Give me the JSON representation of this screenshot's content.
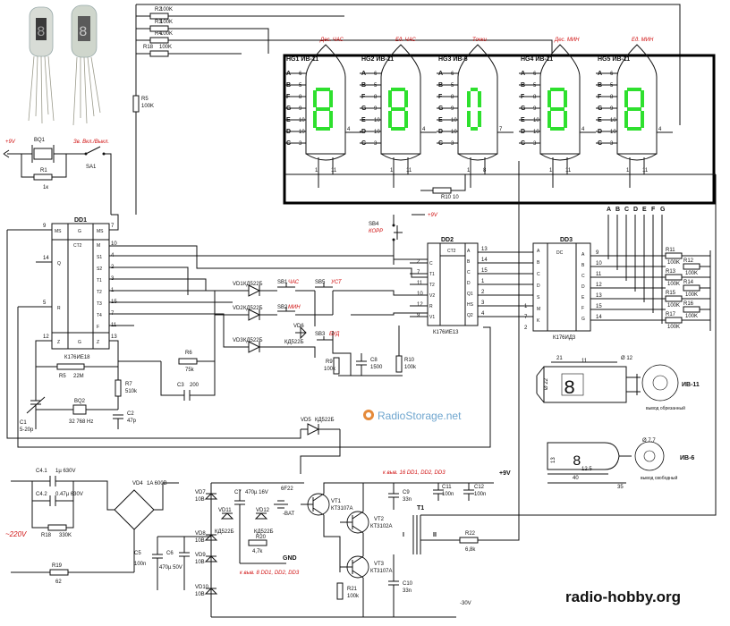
{
  "colors": {
    "wire": "#111111",
    "accent_red": "#d01010",
    "segment_green": "#2ee02e",
    "watermark": "#6fa6cf"
  },
  "tubes": [
    {
      "ref": "HG1 ИВ-11",
      "caption": "Дес. ЧАС"
    },
    {
      "ref": "HG2 ИВ-11",
      "caption": "Ед. ЧАС"
    },
    {
      "ref": "HG3 ИВ-6",
      "caption": "Точки"
    },
    {
      "ref": "HG4 ИВ-11",
      "caption": "Дес. МИН"
    },
    {
      "ref": "HG5 ИВ-11",
      "caption": "Ед. МИН"
    }
  ],
  "tube_pins": [
    {
      "seg": "A",
      "pin": "6"
    },
    {
      "seg": "B",
      "pin": "5"
    },
    {
      "seg": "F",
      "pin": "8"
    },
    {
      "seg": "G",
      "pin": "9"
    },
    {
      "seg": "E",
      "pin": "10"
    },
    {
      "seg": "D",
      "pin": "10"
    },
    {
      "seg": "C",
      "pin": "3"
    }
  ],
  "tube_extra_pins": {
    "grid": "4",
    "f1": "1",
    "f2": "11"
  },
  "hg3_pins": {
    "grid": "7",
    "f2": "8"
  },
  "bus_letters": [
    "A",
    "B",
    "C",
    "D",
    "E",
    "F",
    "G"
  ],
  "resistors_top": [
    {
      "ref": "R2",
      "val": "100K"
    },
    {
      "ref": "R3",
      "val": "100K"
    },
    {
      "ref": "R4",
      "val": "100K"
    },
    {
      "ref": "R18",
      "val": "100K"
    }
  ],
  "r5": {
    "ref": "R5",
    "val": "100K"
  },
  "r10": {
    "ref": "R10",
    "val": "10"
  },
  "power_in": {
    "label": "+9V"
  },
  "bq1": {
    "ref": "BQ1"
  },
  "r1": {
    "ref": "R1",
    "val": "1к"
  },
  "sa1": {
    "ref": "SA1",
    "caption": "Зв. Вкл./Выкл."
  },
  "dd1": {
    "ref": "DD1",
    "chip": "К176ИЕ18",
    "ct": "CT2",
    "ms": "MS",
    "g": "G",
    "left_pins": [
      {
        "name": "Q",
        "pin": "14"
      },
      {
        "name": "R",
        "pin": "5"
      },
      {
        "name": "Z",
        "pin": "12"
      }
    ],
    "right_pins": [
      {
        "name": "M",
        "pin": "10"
      },
      {
        "name": "S1",
        "pin": "4"
      },
      {
        "name": "S2",
        "pin": "2"
      },
      {
        "name": "T1",
        "pin": "3"
      },
      {
        "name": "T2",
        "pin": "1"
      },
      {
        "name": "T3",
        "pin": "15"
      },
      {
        "name": "T4",
        "pin": "7"
      },
      {
        "name": "F",
        "pin": "11"
      }
    ],
    "top_pins": {
      "ms_left": "9",
      "ms_right": "7"
    },
    "bottom_pins": {
      "g": "",
      "z": "13"
    }
  },
  "dd2": {
    "ref": "DD2",
    "chip": "К176ИЕ13",
    "ct": "CT2",
    "left_pins": [
      {
        "name": "C",
        "pin": "2"
      },
      {
        "name": "T1",
        "pin": "7"
      },
      {
        "name": "T2",
        "pin": "11"
      },
      {
        "name": "V2",
        "pin": "10"
      },
      {
        "name": "R",
        "pin": "12"
      },
      {
        "name": "V1",
        "pin": "9"
      }
    ],
    "right_pins": [
      {
        "name": "A",
        "pin": "13"
      },
      {
        "name": "B",
        "pin": "14"
      },
      {
        "name": "C",
        "pin": "15"
      },
      {
        "name": "D",
        "pin": "1"
      },
      {
        "name": "Q1",
        "pin": "2"
      },
      {
        "name": "HS",
        "pin": "3"
      },
      {
        "name": "Q2",
        "pin": "4"
      }
    ]
  },
  "dd3": {
    "ref": "DD3",
    "chip": "К176ИД3",
    "dc": "DC",
    "left_pins": [
      "A",
      "B",
      "C",
      "D",
      "S",
      "M",
      "K"
    ],
    "right_pins": [
      {
        "name": "A",
        "pin": "9"
      },
      {
        "name": "B",
        "pin": "10"
      },
      {
        "name": "C",
        "pin": "11"
      },
      {
        "name": "D",
        "pin": "12"
      },
      {
        "name": "E",
        "pin": "13"
      },
      {
        "name": "F",
        "pin": "15"
      },
      {
        "name": "G",
        "pin": "14"
      }
    ],
    "left_nums": [
      "1",
      "7",
      "2"
    ]
  },
  "dd3_resistors": [
    {
      "ref": "R11",
      "val": "100K"
    },
    {
      "ref": "R12",
      "val": "100K"
    },
    {
      "ref": "R13",
      "val": "100K"
    },
    {
      "ref": "R14",
      "val": "100K"
    },
    {
      "ref": "R15",
      "val": "100K"
    },
    {
      "ref": "R16",
      "val": "100K"
    },
    {
      "ref": "R17",
      "val": "100K"
    }
  ],
  "sb4": {
    "ref": "SB4",
    "caption": "КОРР",
    "supply": "+9V"
  },
  "diodes_mid": [
    {
      "ref": "VD1",
      "type": "КД522Б"
    },
    {
      "ref": "VD2",
      "type": "КД522Б"
    },
    {
      "ref": "VD3",
      "type": "КД522Б"
    }
  ],
  "switches": [
    {
      "ref": "SB1",
      "caption": "ЧАС"
    },
    {
      "ref": "SB2",
      "caption": "МИН"
    },
    {
      "ref": "SB5",
      "caption": "УСТ"
    },
    {
      "ref": "SB3",
      "caption": "БУД"
    }
  ],
  "vd6": {
    "ref": "VD6",
    "type": "КД522Б"
  },
  "r9": {
    "ref": "R9",
    "val": "100k"
  },
  "c8": {
    "ref": "C8",
    "val": "1500"
  },
  "r10b": {
    "ref": "R10",
    "val": "100k"
  },
  "osc": {
    "r5": {
      "ref": "R5",
      "val": "22M"
    },
    "r6": {
      "ref": "R6",
      "val": "75k"
    },
    "r7": {
      "ref": "R7",
      "val": "510k"
    },
    "c1": {
      "ref": "C1",
      "val": "5-20p"
    },
    "c2": {
      "ref": "C2",
      "val": "47p"
    },
    "c3": {
      "ref": "C3",
      "val": "200"
    },
    "bq2": {
      "ref": "BQ2",
      "val": "32 768 Hz"
    }
  },
  "vd5": {
    "ref": "VD5",
    "type": "КД522Б"
  },
  "watermark": "RadioStorage.net",
  "iv11": {
    "label": "ИВ-11",
    "dims": {
      "h": "21",
      "w1": "Ø 12",
      "w2": "11",
      "base": "Ø 22"
    },
    "note": "вывод обрезанный"
  },
  "iv6": {
    "label": "ИВ-6",
    "dims": {
      "w": "40",
      "l": "35",
      "h1": "Ø 7.7",
      "h2": "12.5",
      "h3": "13"
    },
    "note": "вывод свободный"
  },
  "psu": {
    "c41": {
      "ref": "C4.1",
      "val": "1µ 630V"
    },
    "c42": {
      "ref": "C4.2",
      "val": "0.47µ 630V"
    },
    "r18": {
      "ref": "R18",
      "val": "330K"
    },
    "vd4": {
      "ref": "VD4",
      "type": "1A 600B"
    },
    "mains": "~220V",
    "r19": {
      "ref": "R19",
      "val": "62"
    },
    "c5": {
      "ref": "C5",
      "val": "100n"
    },
    "c6": {
      "ref": "C6",
      "val": "470µ 50V"
    },
    "vd7": {
      "ref": "VD7",
      "val": "10B"
    },
    "vd8": {
      "ref": "VD8",
      "val": "10B"
    },
    "vd9": {
      "ref": "VD9",
      "val": "10B"
    },
    "vd10": {
      "ref": "VD10",
      "val": "10B"
    },
    "c7": {
      "ref": "C7",
      "val": "470µ 16V"
    },
    "ef22": "6F22",
    "bat": "-BAT",
    "gnd": "GND",
    "vd11": {
      "ref": "VD11",
      "type": "КД522Б"
    },
    "vd12": {
      "ref": "VD12",
      "type": "КД522Б"
    },
    "r20": {
      "ref": "R20",
      "val": "4,7k"
    },
    "vt1": {
      "ref": "VT1",
      "type": "КТ3107А"
    },
    "vt2": {
      "ref": "VT2",
      "type": "КТ3102А"
    },
    "vt3": {
      "ref": "VT3",
      "type": "КТ3107А"
    },
    "r21": {
      "ref": "R21",
      "val": "100k"
    },
    "c9": {
      "ref": "C9",
      "val": "33n"
    },
    "c10": {
      "ref": "C10",
      "val": "33n"
    },
    "c11": {
      "ref": "C11",
      "val": "100n"
    },
    "c12": {
      "ref": "C12",
      "val": "100n"
    },
    "t1": "T1",
    "t1w1": "I",
    "t1w2": "II",
    "r22": {
      "ref": "R22",
      "val": "6,8k"
    },
    "note16": "к выв. 16 DD1, DD2, DD3",
    "note8": "к выв. 8 DD1, DD2, DD3",
    "plus9": "+9V",
    "minus30": "-30V"
  },
  "site": "radio-hobby.org"
}
